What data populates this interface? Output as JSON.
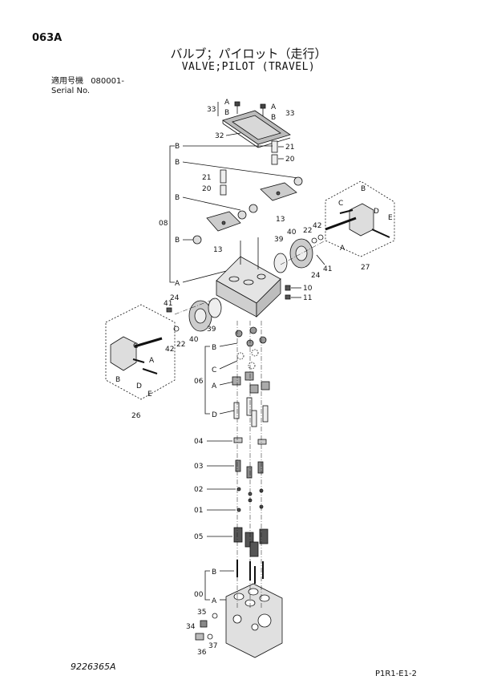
{
  "header": {
    "page_code": "063A",
    "title_jp": "バルブ；パイロット（走行）",
    "title_en": "VALVE;PILOT (TRAVEL)",
    "serial_label_jp": "適用号機",
    "serial_label_en": "Serial No.",
    "serial_value": "080001-"
  },
  "footer": {
    "drawing_number": "9226365A",
    "page_ref": "P1R1-E1-2"
  },
  "callouts": {
    "p33a": "33",
    "p33b": "33",
    "p32": "32",
    "p21a": "21",
    "p20a": "20",
    "p21b": "21",
    "p20b": "20",
    "p08": "08",
    "p13a": "13",
    "p13b": "13",
    "p39a": "39",
    "p40a": "40",
    "p22a": "22",
    "p42a": "42",
    "p41a": "41",
    "p24a": "24",
    "p27": "27",
    "p10": "10",
    "p11": "11",
    "p41b": "41",
    "p24b": "24",
    "p39b": "39",
    "p40b": "40",
    "p22b": "22",
    "p42b": "42",
    "p26": "26",
    "p06": "06",
    "p04": "04",
    "p03": "03",
    "p02": "02",
    "p01": "01",
    "p05": "05",
    "p00": "00",
    "p35": "35",
    "p34": "34",
    "p36": "36",
    "p37": "37"
  },
  "letters": {
    "a": "A",
    "b": "B",
    "c": "C",
    "d": "D",
    "e": "E"
  }
}
